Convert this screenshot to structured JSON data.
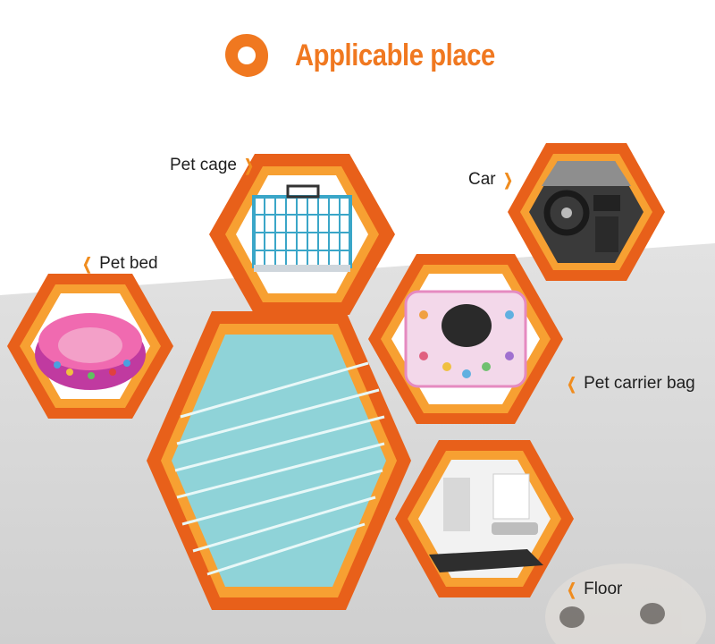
{
  "header": {
    "title": "Applicable place",
    "icon": "location-pin-icon"
  },
  "places": [
    {
      "label": "Pet cage",
      "icon": "pet-cage-image"
    },
    {
      "label": "Car",
      "icon": "car-interior-image"
    },
    {
      "label": "Pet bed",
      "icon": "pet-bed-image"
    },
    {
      "label": "Pet carrier bag",
      "icon": "pet-carrier-bag-image"
    },
    {
      "label": "Floor",
      "icon": "floor-room-image"
    }
  ],
  "colors": {
    "accent": "#f07820",
    "hex_outer": "#e8601a",
    "hex_inner": "#f7a032",
    "background_gray": "#d9d9d9"
  }
}
